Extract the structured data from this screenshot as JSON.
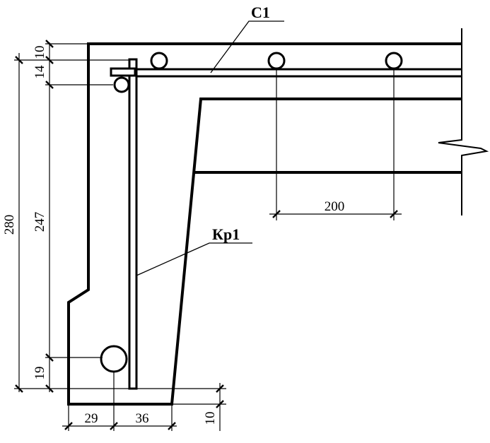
{
  "labels": {
    "mesh": "С1",
    "frame": "Кр1"
  },
  "dimensions": {
    "top_cover": "10",
    "top_second": "14",
    "height_total": "280",
    "height_inner": "247",
    "bottom_cover": "19",
    "bottom_gap": "10",
    "width_left": "29",
    "width_right": "36",
    "spacing": "200"
  }
}
